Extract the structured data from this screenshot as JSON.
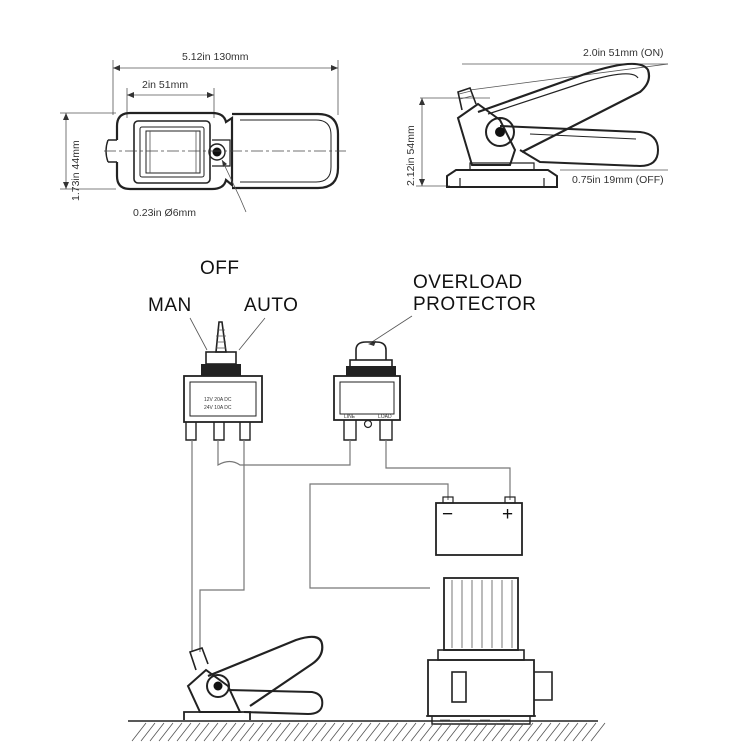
{
  "dimensions": {
    "total_length": "5.12in  130mm",
    "body_length": "2in  51mm",
    "height": "1.73in  44mm",
    "hole": "0.23in  Ø6mm",
    "on_height": "2.0in  51mm (ON)",
    "side_height": "2.12in  54mm",
    "off_height": "0.75in  19mm (OFF)"
  },
  "switch": {
    "off_label": "OFF",
    "man_label": "MAN",
    "auto_label": "AUTO",
    "rating_12v": "12V  20A  DC",
    "rating_24v": "24V  10A  DC"
  },
  "protector": {
    "line1": "OVERLOAD",
    "line2": "PROTECTOR",
    "term_left": "LINE",
    "term_right": "LOAD"
  },
  "battery": {
    "minus": "−",
    "plus": "+"
  },
  "colors": {
    "line": "#222222",
    "wire": "#777777"
  }
}
